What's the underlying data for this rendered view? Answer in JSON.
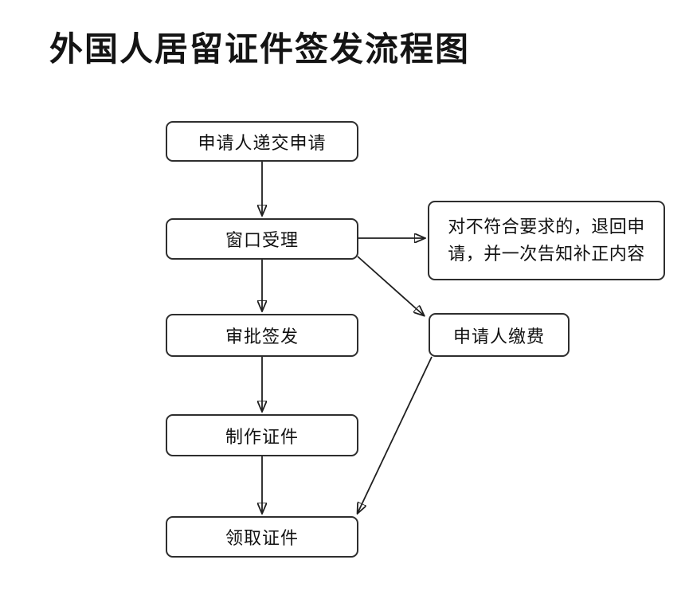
{
  "title": "外国人居留证件签发流程图",
  "nodes": {
    "submit": {
      "label": "申请人递交申请"
    },
    "accept": {
      "label": "窗口受理"
    },
    "reject": {
      "lines": [
        "对不符合要求的，退回申",
        "请，并一次告知补正内容"
      ]
    },
    "approve": {
      "label": "审批签发"
    },
    "pay": {
      "label": "申请人缴费"
    },
    "produce": {
      "label": "制作证件"
    },
    "collect": {
      "label": "领取证件"
    }
  },
  "arrows": [
    {
      "from": "submit",
      "to": "accept"
    },
    {
      "from": "accept",
      "to": "reject"
    },
    {
      "from": "accept",
      "to": "approve"
    },
    {
      "from": "accept",
      "to": "pay"
    },
    {
      "from": "approve",
      "to": "produce"
    },
    {
      "from": "produce",
      "to": "collect"
    },
    {
      "from": "pay",
      "to": "collect"
    }
  ],
  "colors": {
    "background": "#ffffff",
    "line": "#1f1f1f",
    "box_border": "#2e2e2e",
    "text": "#111111"
  }
}
